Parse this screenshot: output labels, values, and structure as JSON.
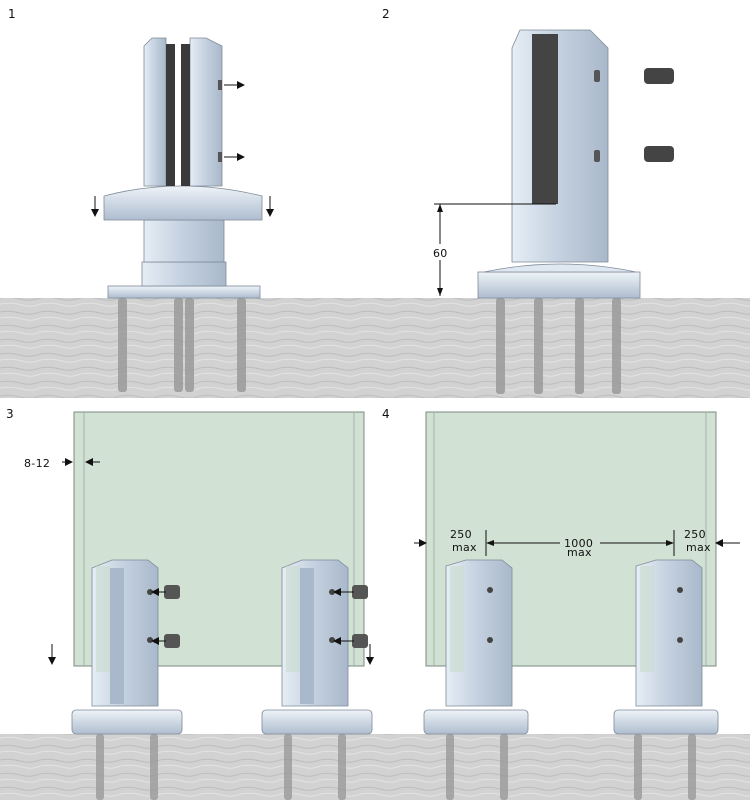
{
  "steps": [
    {
      "number": "1"
    },
    {
      "number": "2",
      "dimension": "60"
    },
    {
      "number": "3",
      "dimension": "8-12"
    },
    {
      "number": "4",
      "dimensions": {
        "edge_left": "250",
        "edge_left_unit": "max",
        "spacing": "1000",
        "spacing_unit": "max",
        "edge_right": "250",
        "edge_right_unit": "max"
      }
    }
  ],
  "colors": {
    "ground": "#cfcfcf",
    "metal": "#c6d3e2",
    "metal_dark": "#9aa8b9",
    "glass": "#c9dccd",
    "rubber": "#3a3a3a",
    "arrow": "#111111"
  }
}
